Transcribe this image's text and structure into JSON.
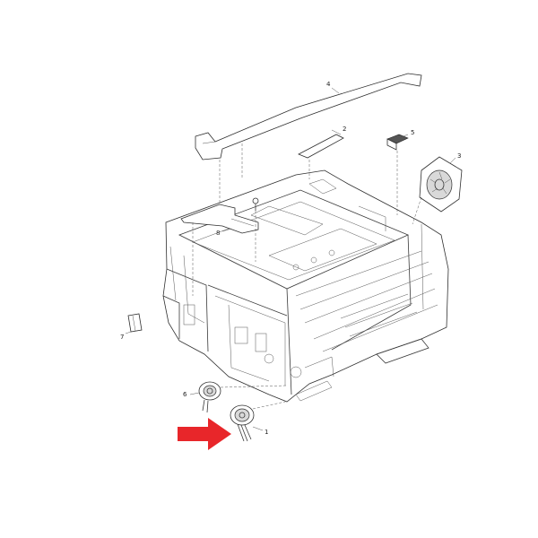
{
  "diagram": {
    "callouts": {
      "c1": "1",
      "c2": "2",
      "c3": "3",
      "c4": "4",
      "c5": "5",
      "c6": "6",
      "c7": "7",
      "c8": "8"
    },
    "colors": {
      "line": "#3a3a3a",
      "highlight_arrow": "#e8262a",
      "background": "#ffffff"
    },
    "highlighted_part": "1"
  }
}
